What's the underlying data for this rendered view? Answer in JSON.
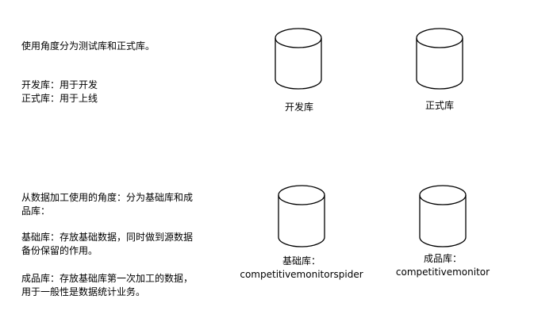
{
  "left_notes": {
    "intro": "使用角度分为测试库和正式库。",
    "definitions": "开发库：用于开发\n正式库：用于上线",
    "purpose": "从数据加工使用的角度：分为基础库和成品库：",
    "base_desc": "基础库：存放基础数据，同时做到源数据备份保留的作用。",
    "product_desc": "成品库：存放基础库第一次加工的数据，用于一般性是数据统计业务。"
  },
  "databases": {
    "dev": {
      "label": "开发库"
    },
    "prod": {
      "label": "正式库"
    },
    "base": {
      "label_line1": "基础库：",
      "label_line2": "competitivemonitorspider"
    },
    "product": {
      "label_line1": "成品库：",
      "label_line2": "competitivemonitor"
    }
  },
  "colors": {
    "stroke": "#000000",
    "fill": "#ffffff",
    "background": "#ffffff"
  }
}
